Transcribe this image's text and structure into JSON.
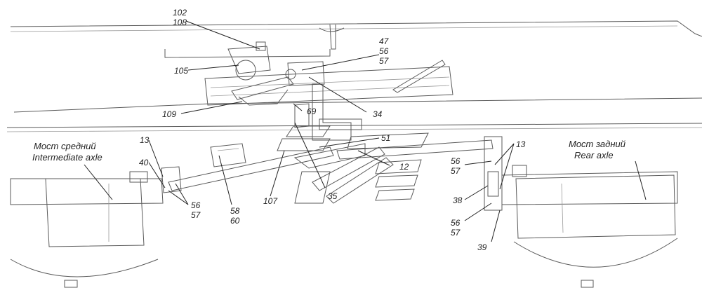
{
  "axles": {
    "intermediate": {
      "ru": "Мост средний",
      "en": "Intermediate axle"
    },
    "rear": {
      "ru": "Мост задний",
      "en": "Rear axle"
    }
  },
  "callouts": {
    "c102": "102",
    "c108": "108",
    "c105": "105",
    "c47": "47",
    "c56a": "56",
    "c57a": "57",
    "c109": "109",
    "c69": "69",
    "c34": "34",
    "c51": "51",
    "c12": "12",
    "c35": "35",
    "c107": "107",
    "c58": "58",
    "c60": "60",
    "c13a": "13",
    "c40": "40",
    "c56b": "56",
    "c57b": "57",
    "c13b": "13",
    "c56c": "56",
    "c57c": "57",
    "c38": "38",
    "c56d": "56",
    "c57d": "57",
    "c39": "39"
  }
}
